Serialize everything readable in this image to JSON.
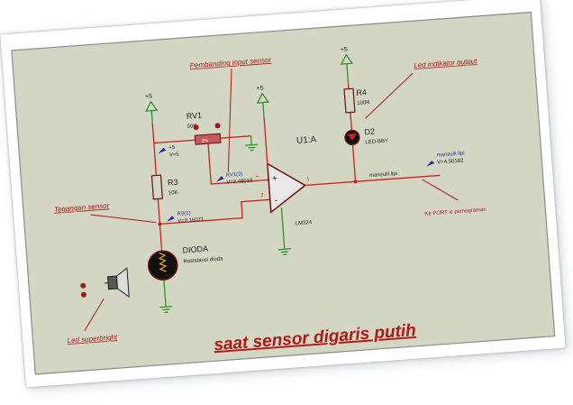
{
  "labels": {
    "pembanding": "Pembanding input sensor",
    "led_indikator": "Led indikator output",
    "tegangan": "Tegangan sensor",
    "led_superbright": "Led superbright",
    "caption": "saat sensor digaris putih",
    "ke_port": "Ke PORT ic pemograman"
  },
  "components": {
    "rv1_name": "RV1",
    "rv1_value": "50K",
    "r3_name": "R3",
    "r3_value": "10K",
    "r4_name": "R4",
    "r4_value": "100R",
    "d2_name": "D2",
    "d2_value": "LED-BBY",
    "u1_name": "U1:A",
    "u1_part": "LM324",
    "dioda_name": "DIODA",
    "dioda_desc": "Resistansi dioda",
    "pin_plus": "+",
    "pin_minus": "-",
    "pin_out": "1",
    "pin_in": "2"
  },
  "supplies": {
    "left": "+5",
    "mid": "+5",
    "right": "+5"
  },
  "probes": {
    "p1_name": "+5",
    "p1_value": "V=5",
    "p2_name": "RV1(3)",
    "p2_value": "V=2.48018",
    "p3_name": "R3(1)",
    "p3_value": "V=2.16071",
    "p4_name": "manzulli lipi",
    "p4_value": "V=4.50182",
    "net_name": "manzulli lipi"
  },
  "colors": {
    "background": "#d4d6c4",
    "frame_border": "#8c8c8c",
    "wire_red": "#cc2020",
    "wire_green": "#2f8f2f",
    "component": "#6b0f0f",
    "probe": "#1f2f9f",
    "accent_label": "#b01818",
    "pot_body": "#c25c5c"
  }
}
